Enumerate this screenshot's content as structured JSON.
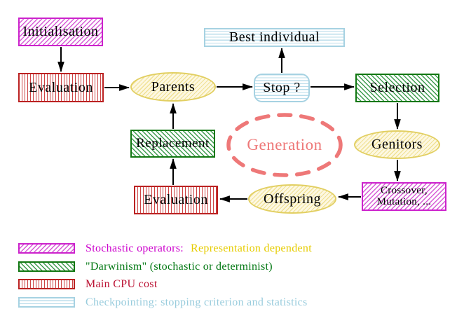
{
  "diagram": {
    "nodes": {
      "initialisation": "Initialisation",
      "evaluation_top": "Evaluation",
      "parents": "Parents",
      "best_individual": "Best individual",
      "stop": "Stop ?",
      "selection": "Selection",
      "replacement": "Replacement",
      "generation": "Generation",
      "genitors": "Genitors",
      "evaluation_bottom": "Evaluation",
      "offspring": "Offspring",
      "crossover_line1": "Crossover,",
      "crossover_line2": "Mutation, ..."
    },
    "colors": {
      "magenta": "#cc22cc",
      "green": "#117711",
      "red_stripe": "#bb2222",
      "crimson_text": "#bb1133",
      "cyan": "#a6d2e2",
      "cyan_text": "#99ccdd",
      "yellow_gold_border": "#e2cf62",
      "yellow_text": "#e6cc00",
      "salmon": "#ee7878",
      "arrow_black": "#000000"
    },
    "legend": {
      "rows": [
        {
          "swatch": "magenta-diagonal-hatch",
          "part1": "Stochastic operators:",
          "part1_color": "#cc00cc",
          "part2": "Representation dependent",
          "part2_color": "#e6cc00"
        },
        {
          "swatch": "green-diagonal-hatch",
          "part1": "\"Darwinism\" (stochastic or determinist)",
          "part1_color": "#007711"
        },
        {
          "swatch": "red-vertical-stripes",
          "part1": "Main CPU cost",
          "part1_color": "#bb1133"
        },
        {
          "swatch": "cyan-horizontal-stripes",
          "part1": "Checkpointing: stopping criterion and statistics",
          "part1_color": "#99ccdd"
        }
      ]
    }
  }
}
